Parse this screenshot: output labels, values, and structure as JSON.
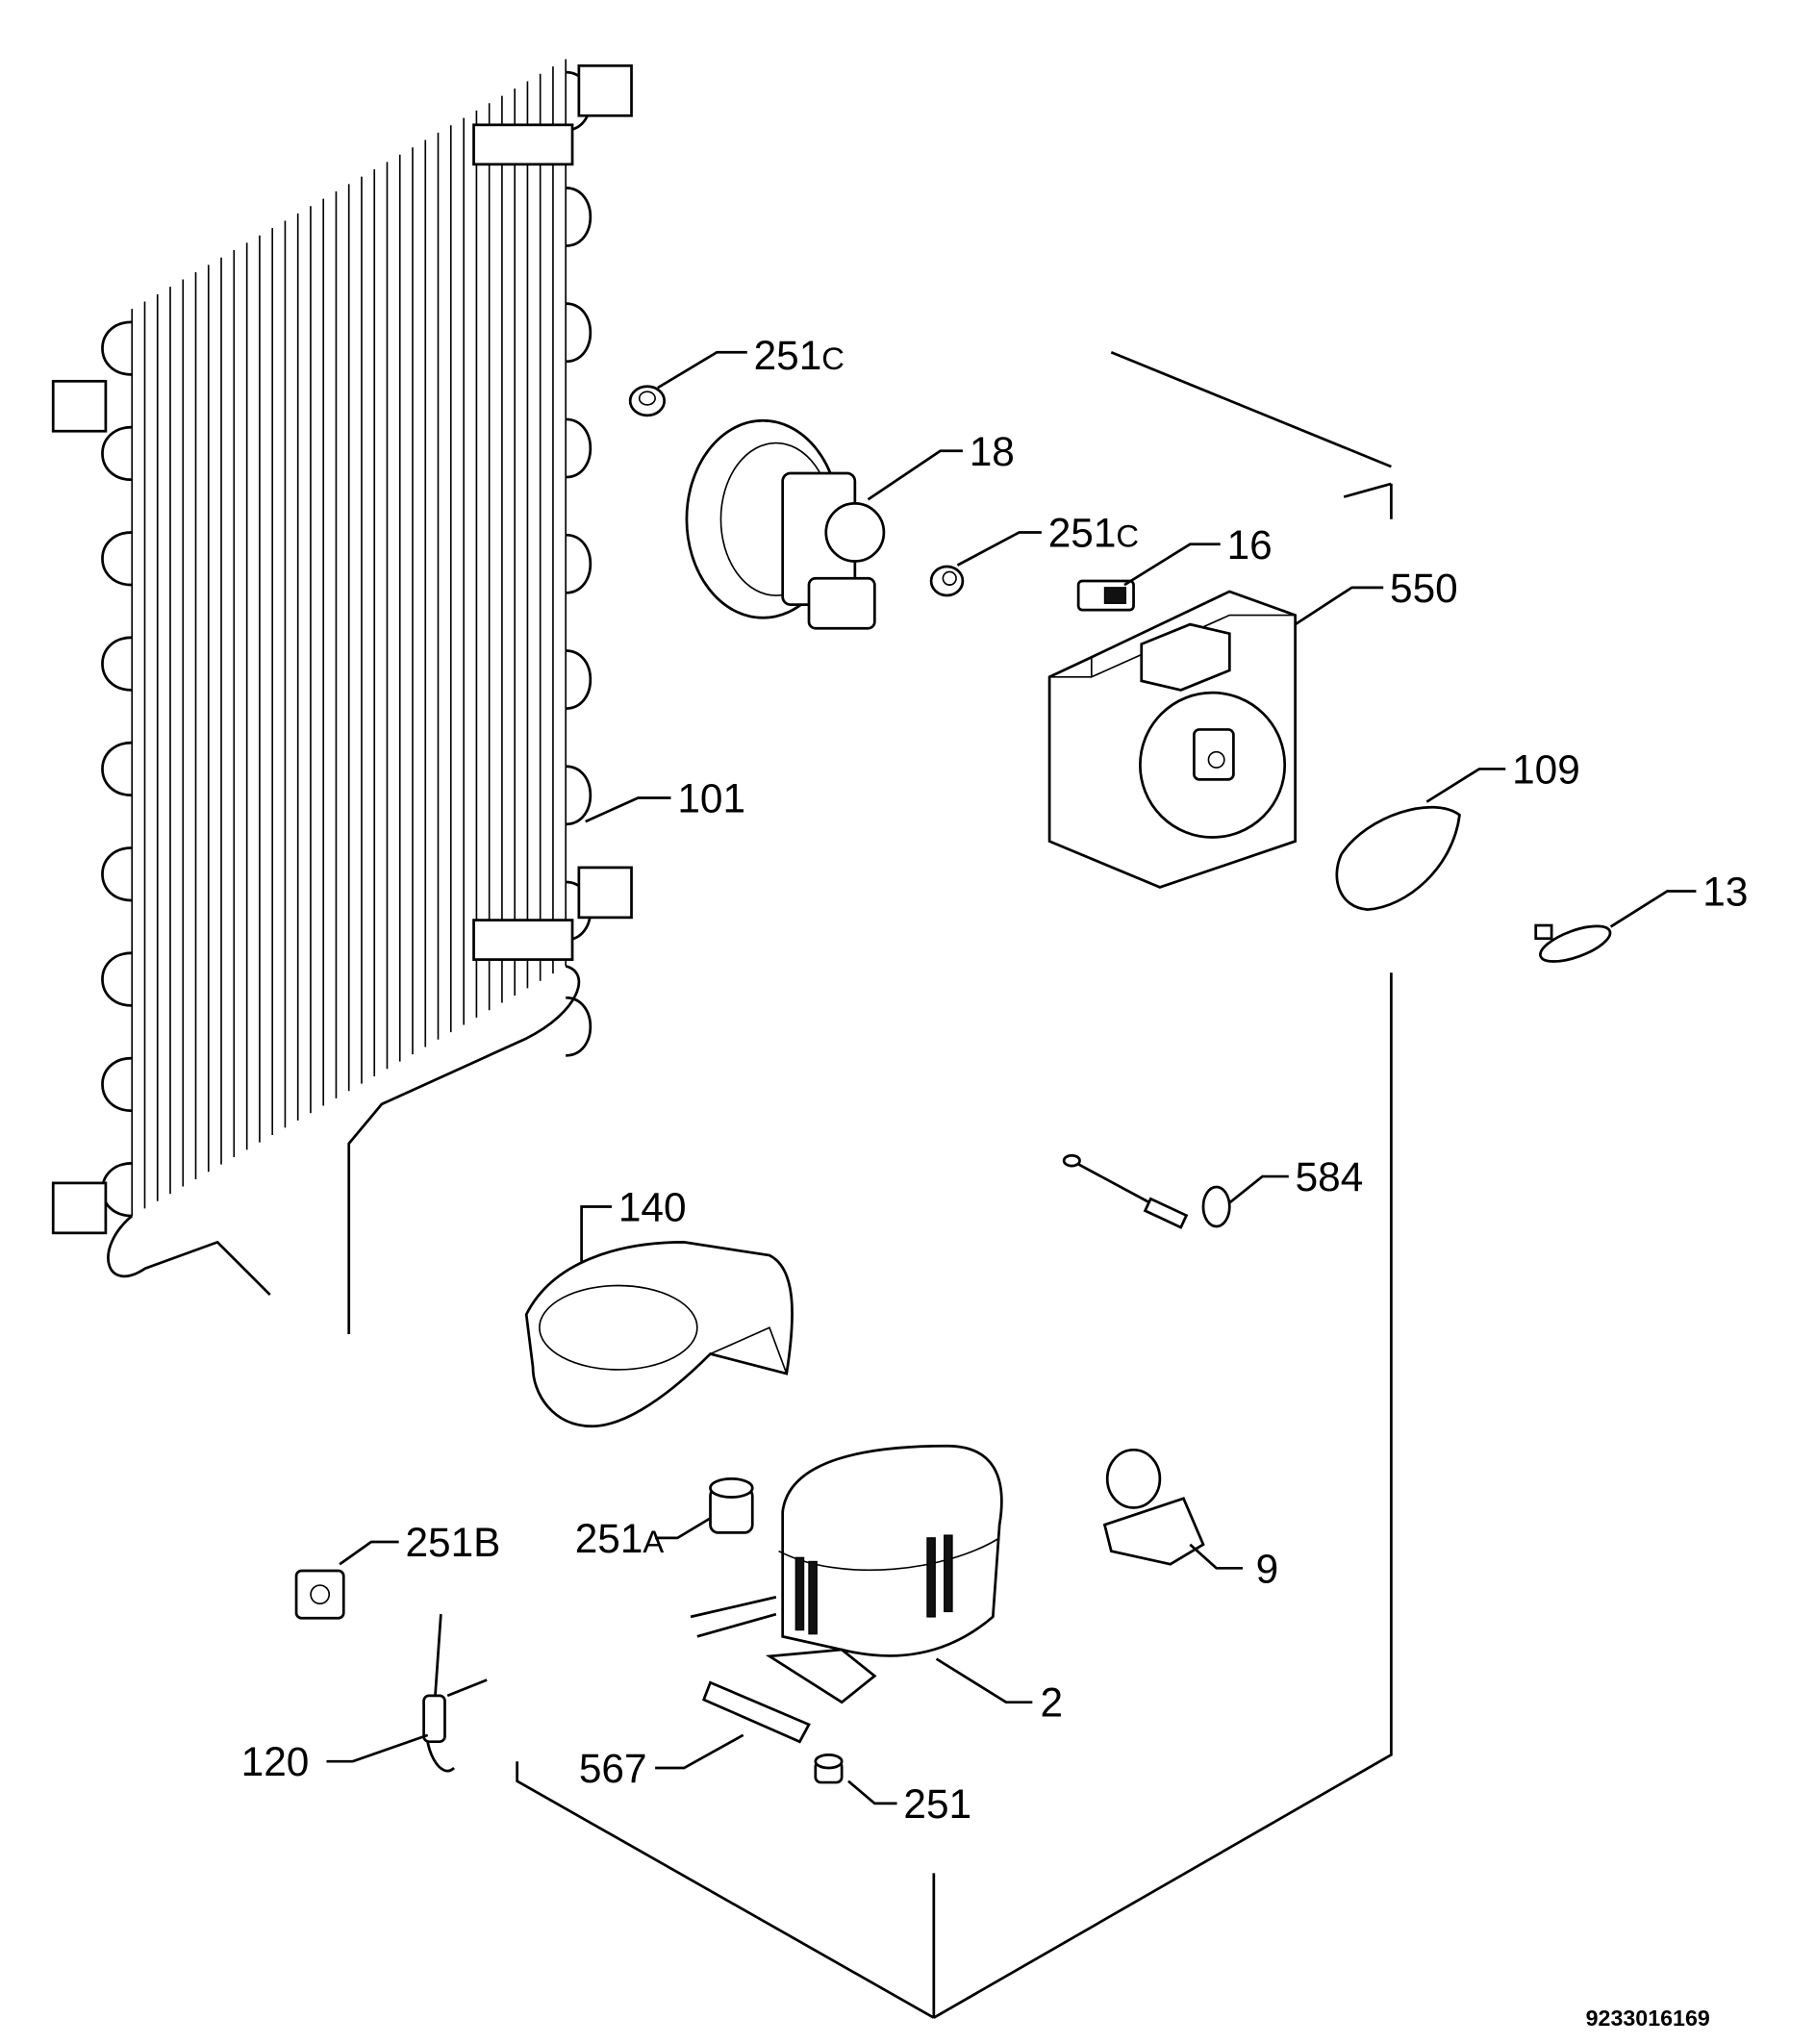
{
  "diagram": {
    "drawing_number": "9233016169",
    "parts": [
      {
        "id": "p251c_top",
        "label": "251",
        "suffix": "C"
      },
      {
        "id": "p18",
        "label": "18"
      },
      {
        "id": "p251c_mid",
        "label": "251",
        "suffix": "C"
      },
      {
        "id": "p16",
        "label": "16"
      },
      {
        "id": "p550",
        "label": "550"
      },
      {
        "id": "p101",
        "label": "101"
      },
      {
        "id": "p109",
        "label": "109"
      },
      {
        "id": "p13",
        "label": "13"
      },
      {
        "id": "p584",
        "label": "584"
      },
      {
        "id": "p140",
        "label": "140"
      },
      {
        "id": "p251b",
        "label": "251B"
      },
      {
        "id": "p251a",
        "label": "251",
        "suffix": "A"
      },
      {
        "id": "p9",
        "label": "9"
      },
      {
        "id": "p2",
        "label": "2"
      },
      {
        "id": "p120",
        "label": "120"
      },
      {
        "id": "p567",
        "label": "567"
      },
      {
        "id": "p251",
        "label": "251"
      }
    ]
  }
}
